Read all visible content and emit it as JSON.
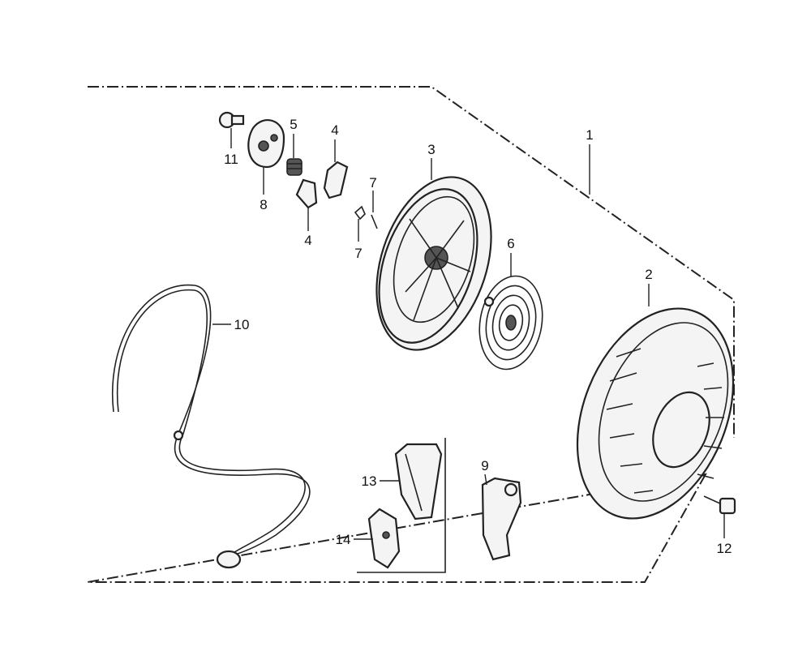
{
  "callouts": {
    "c1": "1",
    "c2": "2",
    "c3": "3",
    "c4a": "4",
    "c4b": "4",
    "c5": "5",
    "c6": "6",
    "c7a": "7",
    "c7b": "7",
    "c8": "8",
    "c9": "9",
    "c10": "10",
    "c11": "11",
    "c12": "12",
    "c13": "13",
    "c14": "14"
  }
}
